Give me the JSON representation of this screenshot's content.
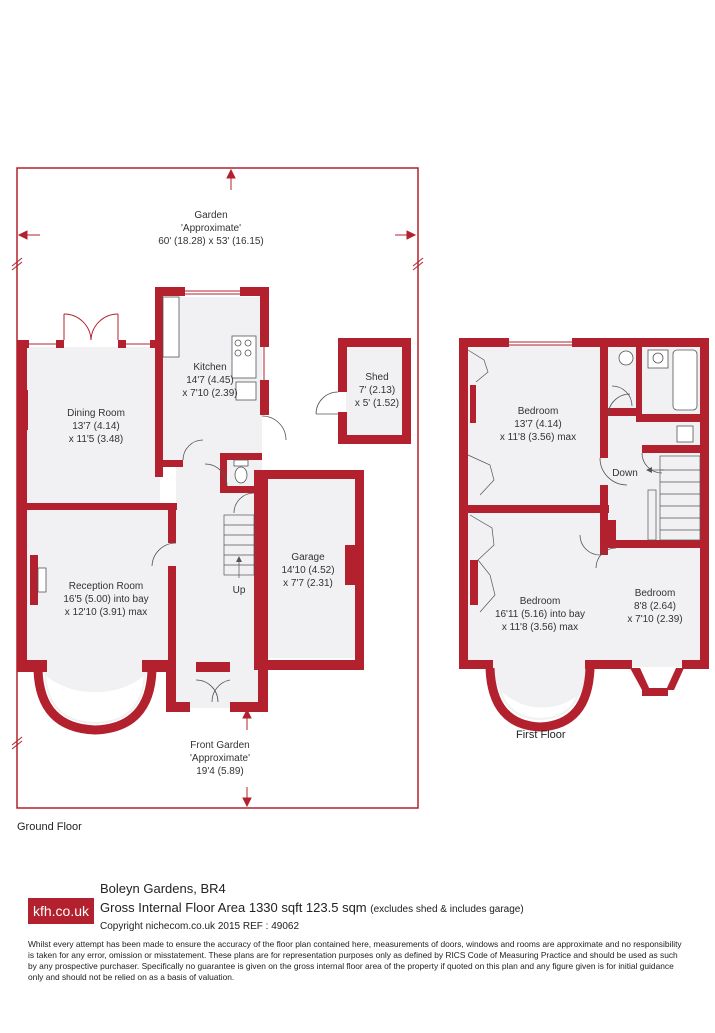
{
  "rooms": {
    "garden": {
      "name": "Garden",
      "note": "'Approximate'",
      "dims": "60' (18.28) x 53' (16.15)"
    },
    "kitchen": {
      "name": "Kitchen",
      "dims1": "14'7 (4.45)",
      "dims2": "x 7'10 (2.39)"
    },
    "shed": {
      "name": "Shed",
      "dims1": "7' (2.13)",
      "dims2": "x 5' (1.52)"
    },
    "dining": {
      "name": "Dining Room",
      "dims1": "13'7 (4.14)",
      "dims2": "x 11'5 (3.48)"
    },
    "reception": {
      "name": "Reception Room",
      "dims1": "16'5 (5.00) into bay",
      "dims2": "x 12'10 (3.91) max"
    },
    "garage": {
      "name": "Garage",
      "dims1": "14'10 (4.52)",
      "dims2": "x 7'7 (2.31)"
    },
    "front_garden": {
      "name": "Front Garden",
      "note": "'Approximate'",
      "dims": "19'4 (5.89)"
    },
    "stairs_up": "Up",
    "bedroom1": {
      "name": "Bedroom",
      "dims1": "13'7 (4.14)",
      "dims2": "x 11'8 (3.56) max"
    },
    "stairs_down": "Down",
    "bedroom2": {
      "name": "Bedroom",
      "dims1": "16'11 (5.16) into bay",
      "dims2": "x 11'8 (3.56) max"
    },
    "bedroom3": {
      "name": "Bedroom",
      "dims1": "8'8 (2.64)",
      "dims2": "x 7'10 (2.39)"
    }
  },
  "floors": {
    "ground": "Ground Floor",
    "first": "First Floor"
  },
  "footer": {
    "logo": "kfh.co.uk",
    "address": "Boleyn Gardens, BR4",
    "gia": "Gross Internal Floor Area 1330 sqft 123.5 sqm",
    "gia_note": "(excludes shed & includes garage)",
    "copyright": "Copyright nichecom.co.uk 2015 REF : 49062",
    "disclaimer": "Whilst every attempt has been made to ensure the accuracy of the floor plan contained here, measurements of doors, windows and rooms are approximate and no responsibility is taken for any error, omission or misstatement. These plans are for representation purposes only as defined by RICS Code of Measuring Practice and should be used as such by any prospective purchaser. Specifically no guarantee is given on the gross internal floor area of the property if quoted on this plan and any figure given is for initial guidance only and should not be relied on as a basis of valuation."
  },
  "colors": {
    "wall": "#b3202e",
    "floor": "#f1f1f3",
    "plot_line": "#b3202e"
  }
}
